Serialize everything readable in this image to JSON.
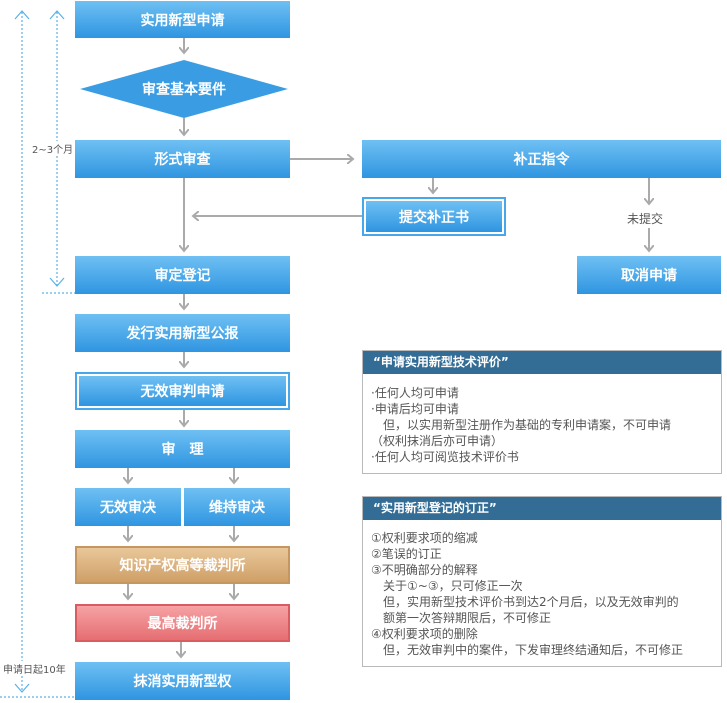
{
  "flow": {
    "apply": "实用新型申请",
    "check_basic": "审查基本要件",
    "formal_exam": "形式审查",
    "correction_order": "补正指令",
    "submit_correction": "提交补正书",
    "not_submitted": "未提交",
    "cancel_application": "取消申请",
    "registration": "审定登记",
    "publish": "发行实用新型公报",
    "invalid_trial_request": "无效审判申请",
    "trial": "审　理",
    "invalid_decision": "无效审决",
    "maintain_decision": "维持审决",
    "ip_high_court": "知识产权高等裁判所",
    "supreme_court": "最高裁判所",
    "extinguish_right": "抹消实用新型权"
  },
  "timeline": {
    "exam_period": "2~3个月",
    "term": "申请日起10年"
  },
  "panels": {
    "tech_eval": {
      "title": "“申请实用新型技术评价”",
      "lines": [
        "·任何人均可申请",
        "·申请后均可申请",
        "　但，以实用新型注册作为基础的专利申请案，不可申请",
        "（权利抹消后亦可申请）",
        "·任何人均可阅览技术评价书"
      ]
    },
    "correction": {
      "title": "“实用新型登记的订正”",
      "lines": [
        "①权利要求项的缩减",
        "②笔误的订正",
        "③不明确部分的解释",
        "　关于①~③，只可修正一次",
        "　但，实用新型技术评价书到达2个月后，以及无效审判的",
        "　额第一次答辩期限后，不可修正",
        "④权利要求项的删除",
        "　但，无效审判中的案件，下发审理终结通知后，不可修正"
      ]
    }
  },
  "colors": {
    "blue_box": "#3a9de4",
    "gold_box": "#d9ad78",
    "red_box": "#ec8286",
    "panel_header": "#336c95",
    "arrow": "#aaaaaa",
    "timeline": "#5ab1e8"
  }
}
